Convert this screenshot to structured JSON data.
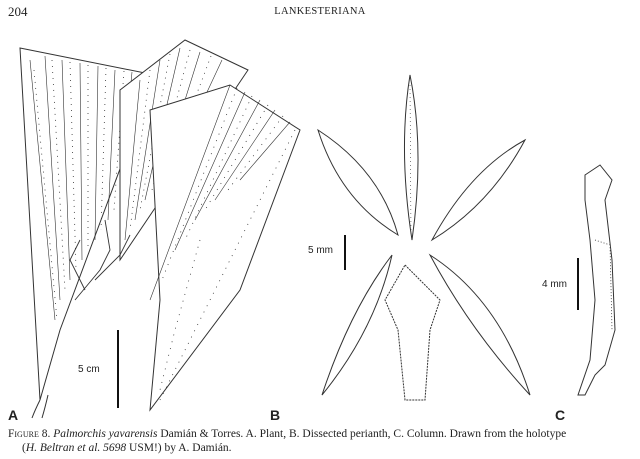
{
  "header": {
    "page_number": "204",
    "journal": "LANKESTERIANA"
  },
  "figure": {
    "panels": [
      {
        "label": "A",
        "scale": "5 cm"
      },
      {
        "label": "B",
        "scale": "5 mm"
      },
      {
        "label": "C",
        "scale": "4 mm"
      }
    ],
    "caption": {
      "figure_label": "Figure 8.",
      "species": "Palmorchis yavarensis",
      "text1": " Damián & Torres. A. Plant, B. Dissected perianth, C. Column. Drawn from the holotype",
      "paren_open": "(",
      "collector": "H. Beltran et al. 5698",
      "text2": " USM!) by A. Damián."
    }
  }
}
